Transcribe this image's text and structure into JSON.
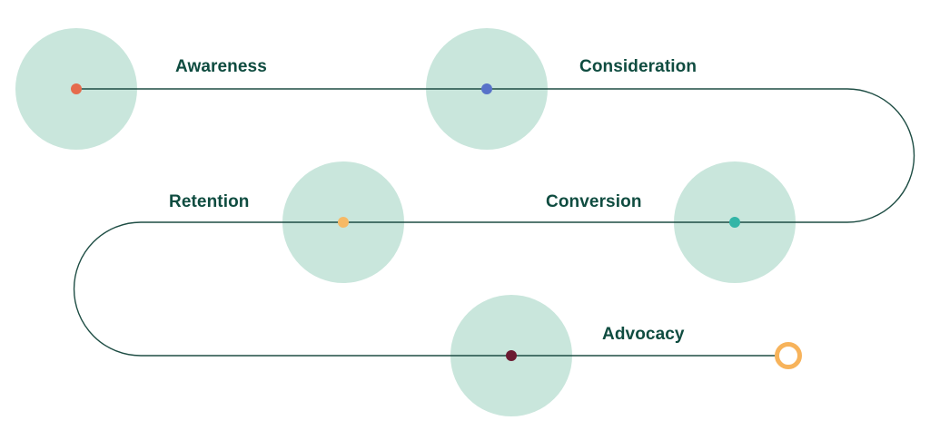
{
  "diagram": {
    "colors": {
      "path": "#1e4d44",
      "circle_fill": "#c9e6dc",
      "label_text": "#0f4c40",
      "end_marker": "#f7b35b"
    },
    "stages": [
      {
        "label": "Awareness",
        "dot_color": "#e56b4c"
      },
      {
        "label": "Consideration",
        "dot_color": "#5872c9"
      },
      {
        "label": "Conversion",
        "dot_color": "#33b5a7"
      },
      {
        "label": "Retention",
        "dot_color": "#f6b965"
      },
      {
        "label": "Advocacy",
        "dot_color": "#6b1a31"
      }
    ],
    "end_marker_icon": "ring-end-marker-icon"
  }
}
